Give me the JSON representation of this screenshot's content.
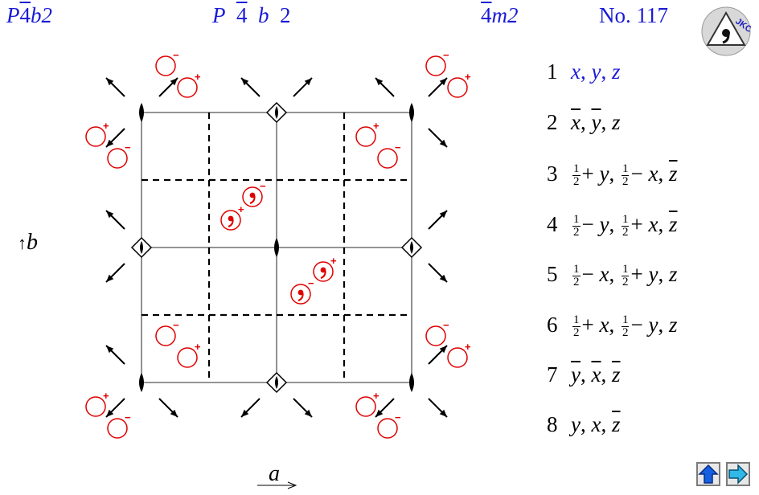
{
  "header": {
    "hm_P": "P",
    "hm_bar4": "4",
    "hm_rest": "b2",
    "full": [
      "P",
      "4",
      "b",
      "2"
    ],
    "pg_bar4": "4",
    "pg_rest": "m2",
    "number": "No. 117"
  },
  "logo": {
    "text": "JKC",
    "icon": "crystal-logo-icon"
  },
  "axes": {
    "a": "a",
    "b": "b"
  },
  "positions": [
    {
      "num": "1",
      "parts": [
        [
          "x",
          false
        ],
        [
          "y",
          false
        ],
        [
          "z",
          false
        ]
      ]
    },
    {
      "num": "2",
      "parts": [
        [
          "x",
          true
        ],
        [
          "y",
          true
        ],
        [
          "z",
          false
        ]
      ]
    },
    {
      "num": "3",
      "text": [
        [
          "1",
          "2"
        ],
        "+ y,",
        [
          "1",
          "2"
        ],
        "− x,",
        "z"
      ],
      "zbar": true
    },
    {
      "num": "4",
      "text": [
        [
          "1",
          "2"
        ],
        "− y,",
        [
          "1",
          "2"
        ],
        "+ x,",
        "z"
      ],
      "zbar": true
    },
    {
      "num": "5",
      "text": [
        [
          "1",
          "2"
        ],
        "− x,",
        [
          "1",
          "2"
        ],
        "+ y,",
        "z"
      ],
      "zbar": false
    },
    {
      "num": "6",
      "text": [
        [
          "1",
          "2"
        ],
        "+ x,",
        [
          "1",
          "2"
        ],
        "− y,",
        "z"
      ],
      "zbar": false
    },
    {
      "num": "7",
      "parts": [
        [
          "y",
          true
        ],
        [
          "x",
          true
        ],
        [
          "z",
          true
        ]
      ]
    },
    {
      "num": "8",
      "parts": [
        [
          "y",
          false
        ],
        [
          "x",
          false
        ],
        [
          "z",
          true
        ]
      ]
    }
  ],
  "signs": {
    "plus": "+",
    "minus": "−"
  },
  "colors": {
    "title": "#1a1ad6",
    "symbol": "#e00000",
    "line": "#000000",
    "nav_up": "#1560e0",
    "nav_next": "#30b8e8"
  },
  "nav": {
    "up_icon": "up-arrow-icon",
    "next_icon": "right-arrow-icon"
  }
}
